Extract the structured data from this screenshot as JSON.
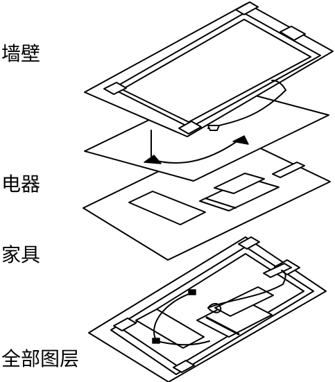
{
  "labels": {
    "walls": "墙壁",
    "appliances": "电器",
    "furniture": "家具",
    "all_layers": "全部图层"
  },
  "colors": {
    "line": "#000000",
    "background": "#ffffff"
  }
}
